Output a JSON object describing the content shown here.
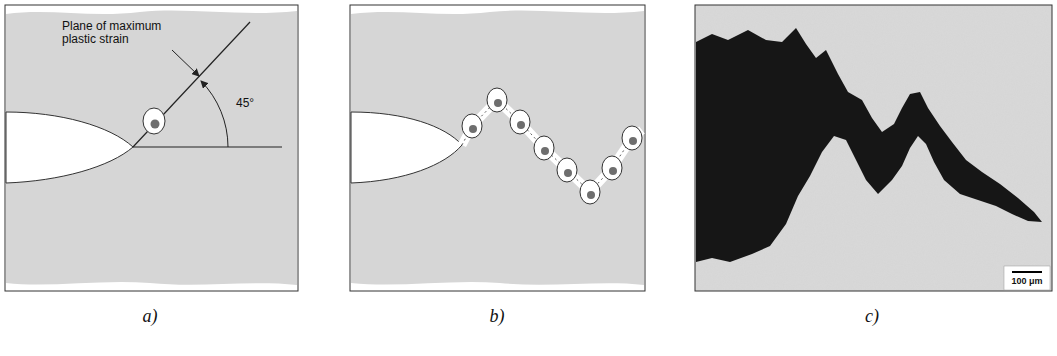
{
  "diagram": {
    "labels": [
      "Plane of maximum plastic strain",
      "45°",
      "100 μm",
      "a)",
      "b)",
      "c)"
    ]
  }
}
